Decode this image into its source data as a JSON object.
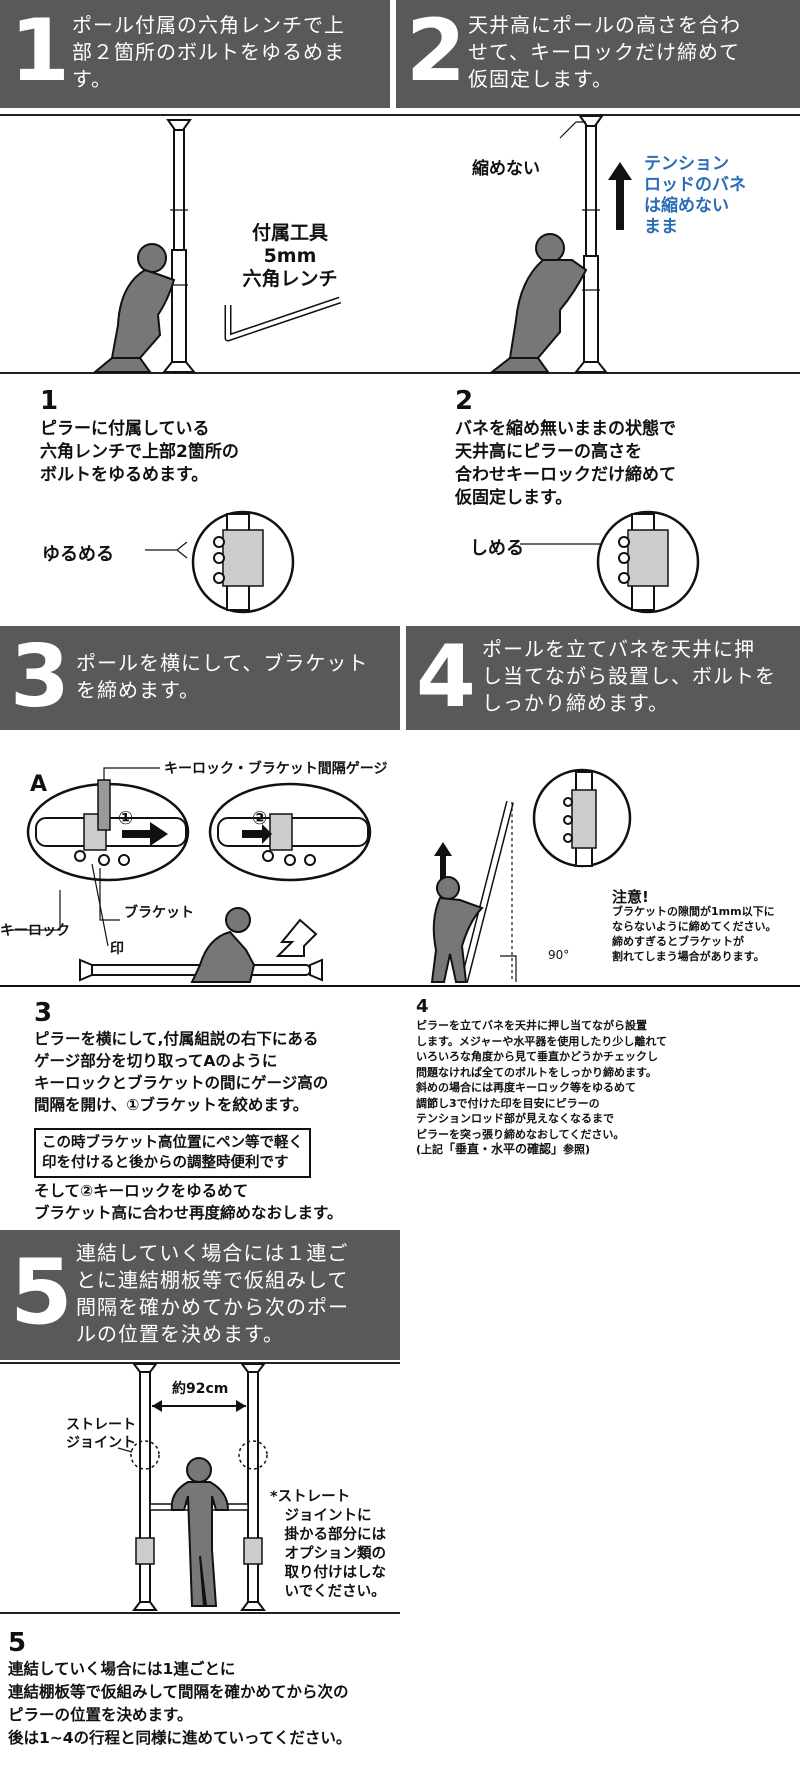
{
  "step1": {
    "band_number": "1",
    "band_text": "ポール付属の六角レンチで上\n部２箇所のボルトをゆるめま\nす。",
    "tool_label": "付属工具\n5mm\n六角レンチ",
    "number": "1",
    "text": "ピラーに付属している\n六角レンチで上部2箇所の\nボルトをゆるめます。",
    "callout": "ゆるめる"
  },
  "step2": {
    "band_number": "2",
    "band_text": "天井高にポールの高さを合わ\nせて、キーロックだけ締めて\n仮固定します。",
    "no_shrink": "縮めない",
    "tension_note": "テンション\nロッドのバネ\nは縮めない\nまま",
    "number": "2",
    "text": "バネを縮め無いままの状態で\n天井高にピラーの高さを\n合わせキーロックだけ締めて\n仮固定します。",
    "callout": "しめる"
  },
  "step3": {
    "band_number": "3",
    "band_text": "ポールを横にして、ブラケット\nを締めます。",
    "gauge_label": "キーロック・ブラケット間隔ゲージ",
    "label_a": "A",
    "circle_1": "①",
    "circle_2": "②",
    "bracket": "ブラケット",
    "keylock": "キーロック",
    "mark": "印",
    "number": "3",
    "text": "ピラーを横にして,付属組説の右下にある\nゲージ部分を切り取ってAのように\nキーロックとブラケットの間にゲージ高の\n間隔を開け、①ブラケットを絞めます。",
    "box_note": "この時ブラケット高位置にペン等で軽く\n印を付けると後からの調整時便利です",
    "text2": "そして②キーロックをゆるめて\nブラケット高に合わせ再度締めなおします。"
  },
  "step4": {
    "band_number": "4",
    "band_text": "ポールを立てバネを天井に押\nし当てながら設置し、ボルトを\nしっかり締めます。",
    "angle": "90°",
    "caution_title": "注意!",
    "caution_text": "ブラケットの隙間が1mm以下に\nならないように締めてください。\n締めすぎるとブラケットが\n割れてしまう場合があります。",
    "number": "4",
    "text_pre": "ピラーを立てバネを天井に押し当てながら設置\nします。メジャーや水平器を使用したり少し離れて\nいろいろな角度から見て垂直かどうかチェックし\n問題なければ全てのボルトをしっかり締めます。\n斜めの場合には再度キーロック等をゆるめて\n調節し3で付けた印を目安にピラーの\nテンションロッド部が見えなくなるまで\nピラーを突っ張り締めなおしてください。",
    "ref_open": "(上記",
    "ref_bold": "「垂直・水平の確認」",
    "ref_close": "参照)"
  },
  "step5": {
    "band_number": "5",
    "band_text": "連結していく場合には１連ご\nとに連結棚板等で仮組みして\n間隔を確かめてから次のポー\nルの位置を決めます。",
    "distance": "約92cm",
    "straight_joint": "ストレート\nジョイント",
    "joint_note": "*ストレート\n　ジョイントに\n　掛かる部分には\n　オプション類の\n　取り付けはしな\n　いでください。",
    "number": "5",
    "text": "連結していく場合には1連ごとに\n連結棚板等で仮組みして間隔を確かめてから次の\nピラーの位置を決めます。\n後は1~4の行程と同様に進めていってください。"
  },
  "colors": {
    "band": "#595959",
    "accent_blue": "#2a6cb8"
  }
}
